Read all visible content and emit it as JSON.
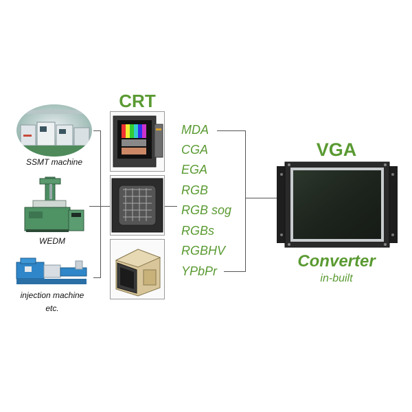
{
  "machines": [
    {
      "label": "SSMT machine"
    },
    {
      "label": "WEDM"
    },
    {
      "label": "injection machine"
    }
  ],
  "etc_label": "etc.",
  "crt": {
    "title": "CRT"
  },
  "signals": [
    "MDA",
    "CGA",
    "EGA",
    "RGB",
    "RGB sog",
    "RGBs",
    "RGBHV",
    "YPbPr"
  ],
  "vga": {
    "title": "VGA",
    "converter_label": "Converter",
    "inbuilt_label": "in-built"
  },
  "colors": {
    "accent_green": "#5a9a32",
    "line_gray": "#555555"
  },
  "icons": [
    "ssmt-machine-photo-icon",
    "wedm-machine-photo-icon",
    "injection-machine-photo-icon",
    "crt-monitor-icon",
    "vga-lcd-panel-icon"
  ]
}
